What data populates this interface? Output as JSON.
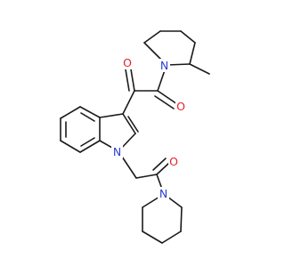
{
  "molecule": {
    "colors": {
      "bond": "#1a1a1a",
      "oxygen": "#e8202a",
      "nitrogen": "#2a3fd6",
      "background": "#ffffff"
    },
    "atom_labels": {
      "o_ketone": "O",
      "o_amide_top": "O",
      "n_piperidine_top": "N",
      "n_indole": "N",
      "o_amide_bottom": "O",
      "n_piperidine_bottom": "N"
    }
  }
}
